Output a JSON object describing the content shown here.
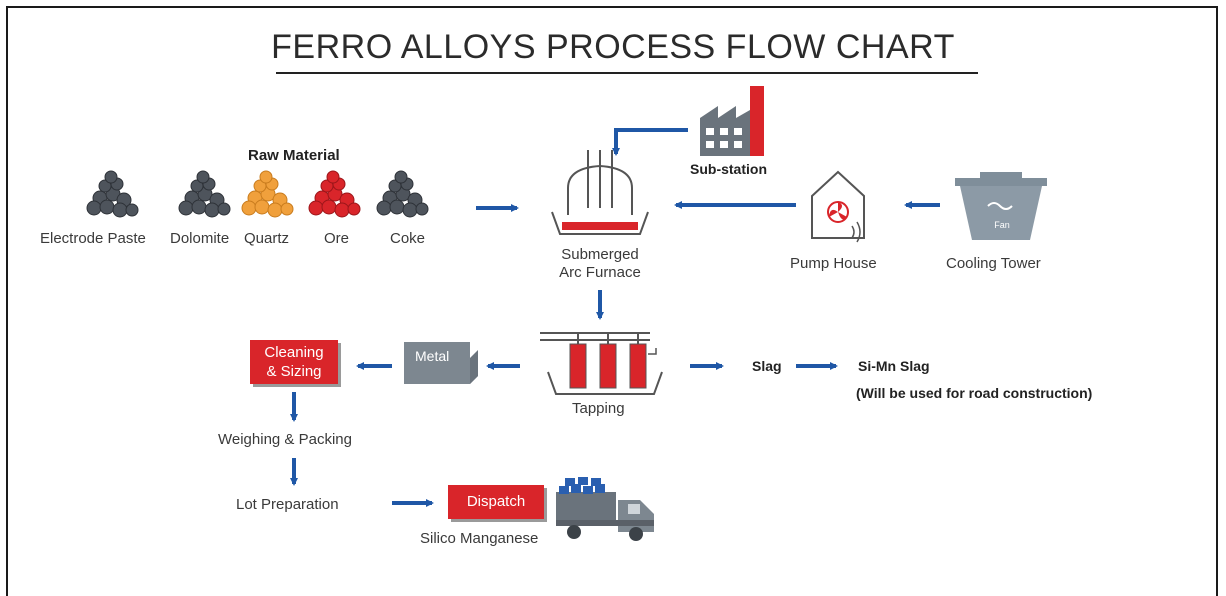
{
  "title": "FERRO ALLOYS PROCESS FLOW CHART",
  "raw_material_heading": "Raw Material",
  "raw_materials": [
    "Electrode Paste",
    "Dolomite",
    "Quartz",
    "Ore",
    "Coke"
  ],
  "furnace_label": [
    "Submerged",
    "Arc Furnace"
  ],
  "substation_label": "Sub-station",
  "pump_house_label": "Pump House",
  "cooling_tower_label": "Cooling Tower",
  "fan_label": "Fan",
  "tapping_label": "Tapping",
  "metal_label": "Metal",
  "cleaning_label": [
    "Cleaning",
    "& Sizing"
  ],
  "weighing_label": "Weighing & Packing",
  "lot_label": "Lot Preparation",
  "dispatch_label": "Dispatch",
  "product_label": "Silico Manganese",
  "slag_label": "Slag",
  "simn_slag_label": "Si-Mn Slag",
  "slag_note": "(Will be used for road construction)",
  "colors": {
    "arrow": "#1f57a6",
    "red": "#d9252a",
    "orange": "#f0a03c",
    "gray": "#5a6068",
    "tower": "#7f8e9a"
  }
}
